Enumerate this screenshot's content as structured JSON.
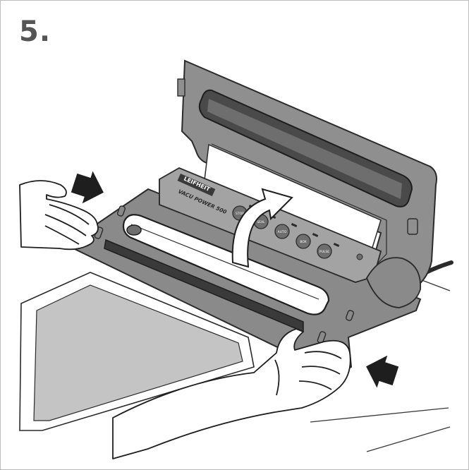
{
  "step": {
    "number": "5."
  },
  "device": {
    "brand": "LEIFHEIT",
    "model": "VACU POWER 500",
    "buttons": [
      {
        "label": "STOP"
      },
      {
        "label": "SEAL"
      },
      {
        "label": "AUTO"
      },
      {
        "label": "BOX"
      },
      {
        "label": "PULSE"
      }
    ]
  },
  "icons": {
    "open_lid_arrow": "curved-arrow-up-icon",
    "press_arrow_left": "arrow-right-icon",
    "press_arrow_right": "arrow-left-icon"
  },
  "colors": {
    "device_body": "#8a8a8a",
    "device_dark": "#5f5f5f",
    "outline": "#2a2a2a",
    "bag": "#c4c4c4",
    "step_number": "#555555"
  }
}
